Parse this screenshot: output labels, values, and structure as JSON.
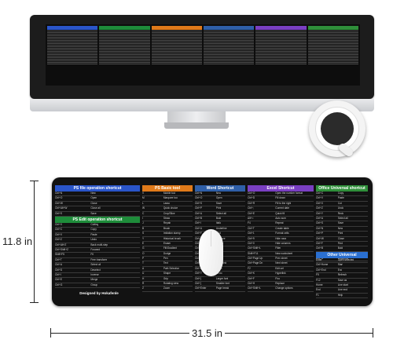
{
  "dimensions": {
    "height_label": "11.8 in",
    "width_label": "31.5 in"
  },
  "sections": [
    {
      "id": "ps",
      "title": "PS file operation shortcut",
      "color": "#2a55c9",
      "rows": [
        [
          "Ctrl+N",
          "New"
        ],
        [
          "Ctrl+O",
          "Open"
        ],
        [
          "Ctrl+W",
          "Close"
        ],
        [
          "Ctrl+Alt+W",
          "Close all"
        ],
        [
          "Ctrl+S",
          "Save"
        ],
        [
          "Ctrl+Shift+S",
          "Save as"
        ]
      ]
    },
    {
      "id": "psedit",
      "title": "PS Edit operation shortcut",
      "color": "#1e8c3a",
      "rows": [
        [
          "Ctrl+X",
          "Cutting"
        ],
        [
          "Ctrl+C",
          "Copy"
        ],
        [
          "Ctrl+V",
          "Paste"
        ],
        [
          "Ctrl+Z",
          "Undo"
        ],
        [
          "Ctrl+Alt+Z",
          "Back multi-step"
        ],
        [
          "Ctrl+Shift+Z",
          "Forward"
        ],
        [
          "Shift+F5",
          "Fill"
        ],
        [
          "Ctrl+T",
          "Free transform"
        ],
        [
          "Ctrl+A",
          "Select all"
        ],
        [
          "Ctrl+D",
          "Deselect"
        ],
        [
          "Ctrl+I",
          "Inverse"
        ],
        [
          "Ctrl+E",
          "Merge"
        ],
        [
          "Ctrl+G",
          "Group"
        ]
      ]
    },
    {
      "id": "tools",
      "title": "PS Basic tool",
      "color": "#e07a1a",
      "rows": [
        [
          "V",
          "Mobile tool"
        ],
        [
          "M",
          "Marquee tool"
        ],
        [
          "L",
          "Lasso"
        ],
        [
          "W",
          "Quick choice"
        ],
        [
          "C",
          "Crop/Slice"
        ],
        [
          "I",
          "Straw"
        ],
        [
          "J",
          "Repair"
        ],
        [
          "B",
          "Brush"
        ],
        [
          "S",
          "Imitation stamp"
        ],
        [
          "Y",
          "Historical brush"
        ],
        [
          "E",
          "Eraser"
        ],
        [
          "G",
          "Fill/Gradient"
        ],
        [
          "O",
          "Dodge"
        ],
        [
          "P",
          "Pen"
        ],
        [
          "T",
          "Text"
        ],
        [
          "A",
          "Path Selection"
        ],
        [
          "U",
          "Shape"
        ],
        [
          "H",
          "Grip"
        ],
        [
          "R",
          "Rotating view"
        ],
        [
          "Z",
          "Zoom"
        ]
      ]
    },
    {
      "id": "word",
      "title": "Word Shortcut",
      "color": "#2f5fa8",
      "rows": [
        [
          "Ctrl+N",
          "New"
        ],
        [
          "Ctrl+O",
          "Open"
        ],
        [
          "Ctrl+S",
          "Save"
        ],
        [
          "Ctrl+P",
          "Print"
        ],
        [
          "Ctrl+A",
          "Select all"
        ],
        [
          "Ctrl+B",
          "Bold"
        ],
        [
          "Ctrl+I",
          "Italic"
        ],
        [
          "Ctrl+U",
          "Underline"
        ],
        [
          "Ctrl+F",
          "Find"
        ],
        [
          "Ctrl+H",
          "Replace"
        ],
        [
          "Ctrl+E",
          "Center"
        ],
        [
          "Ctrl+L",
          "Left"
        ],
        [
          "Ctrl+R",
          "Right"
        ],
        [
          "Ctrl+J",
          "Justify"
        ],
        [
          "Ctrl+K",
          "Hyperlink"
        ],
        [
          "Ctrl+Z",
          "Undo"
        ],
        [
          "Ctrl+Y",
          "Redo"
        ],
        [
          "Ctrl+]",
          "Larger font"
        ],
        [
          "Ctrl+[",
          "Smaller font"
        ],
        [
          "Ctrl+Enter",
          "Page break"
        ]
      ]
    },
    {
      "id": "excel",
      "title": "Excel Shortcut",
      "color": "#7a3fc2",
      "rows": [
        [
          "Ctrl+O",
          "Open the number format"
        ],
        [
          "Ctrl+D",
          "Fill down"
        ],
        [
          "Ctrl+R",
          "Fill to the right"
        ],
        [
          "Ctrl+;",
          "Current date"
        ],
        [
          "Ctrl+E",
          "Quick fill"
        ],
        [
          "Alt+=",
          "Auto sum"
        ],
        [
          "F4",
          "Repeat"
        ],
        [
          "Ctrl+T",
          "Create table"
        ],
        [
          "Ctrl+1",
          "Format cells"
        ],
        [
          "Ctrl+9",
          "Hide rows"
        ],
        [
          "Ctrl+0",
          "Hide columns"
        ],
        [
          "Ctrl+Shift+L",
          "Filter"
        ],
        [
          "Shift+F11",
          "New worksheet"
        ],
        [
          "Ctrl+Page Up",
          "Prev sheet"
        ],
        [
          "Ctrl+Page Dn",
          "Next sheet"
        ],
        [
          "F2",
          "Edit cell"
        ],
        [
          "Ctrl+K",
          "Hyperlink"
        ],
        [
          "Ctrl+F",
          "Find"
        ],
        [
          "Ctrl+H",
          "Replace"
        ],
        [
          "Ctrl+Shift+L",
          "Change options"
        ]
      ]
    },
    {
      "id": "office",
      "title": "Office Universal shortcut",
      "color": "#2f8f3a",
      "rows": [
        [
          "Ctrl+C",
          "Copy"
        ],
        [
          "Ctrl+V",
          "Paste"
        ],
        [
          "Ctrl+X",
          "Cut"
        ],
        [
          "Ctrl+Z",
          "Undo"
        ],
        [
          "Ctrl+Y",
          "Redo"
        ],
        [
          "Ctrl+A",
          "Select all"
        ],
        [
          "Ctrl+S",
          "Save"
        ],
        [
          "Ctrl+N",
          "New"
        ],
        [
          "Ctrl+P",
          "Print"
        ],
        [
          "Ctrl+W",
          "Close"
        ],
        [
          "Ctrl+F",
          "Find"
        ],
        [
          "Ctrl+B",
          "Bold"
        ],
        [
          "Ctrl+I",
          "Italic"
        ],
        [
          "Ctrl+U",
          "Underline"
        ]
      ]
    },
    {
      "id": "universal",
      "title": "Other Universal",
      "color": "#2a6fd0",
      "rows": [
        [
          "Enter",
          "Open selected"
        ],
        [
          "Ctrl+Home",
          "Start"
        ],
        [
          "Ctrl+End",
          "End"
        ],
        [
          "F5",
          "Refresh"
        ],
        [
          "F12",
          "Save as"
        ],
        [
          "Home",
          "Line start"
        ],
        [
          "End",
          "Line end"
        ],
        [
          "F1",
          "Help"
        ]
      ]
    }
  ],
  "designed_by": "Designed by Hokafenle"
}
